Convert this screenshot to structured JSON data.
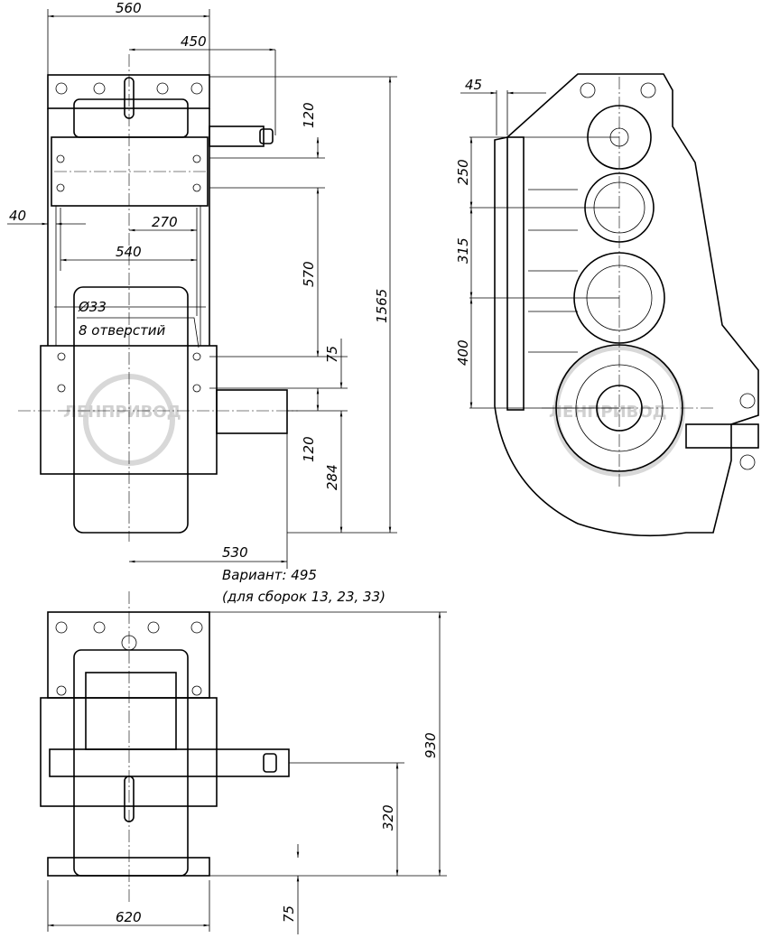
{
  "watermark": "ЛЕНПРИВОД",
  "front_view": {
    "dim_width_total": "560",
    "dim_shaft_offset": "450",
    "dim_top_120": "120",
    "dim_40": "40",
    "dim_270": "270",
    "dim_540": "540",
    "dim_570": "570",
    "dim_height": "1565",
    "hole_diameter": "Ø33",
    "hole_count": "8 отверстий",
    "dim_75": "75",
    "dim_shaft_120": "120",
    "dim_284": "284",
    "dim_530": "530",
    "variant": "Вариант: 495",
    "variant_note": "(для сборок 13, 23, 33)"
  },
  "side_view": {
    "dim_45": "45",
    "dim_250": "250",
    "dim_315": "315",
    "dim_400": "400"
  },
  "top_view": {
    "dim_930": "930",
    "dim_320": "320",
    "dim_620": "620",
    "dim_75": "75"
  }
}
